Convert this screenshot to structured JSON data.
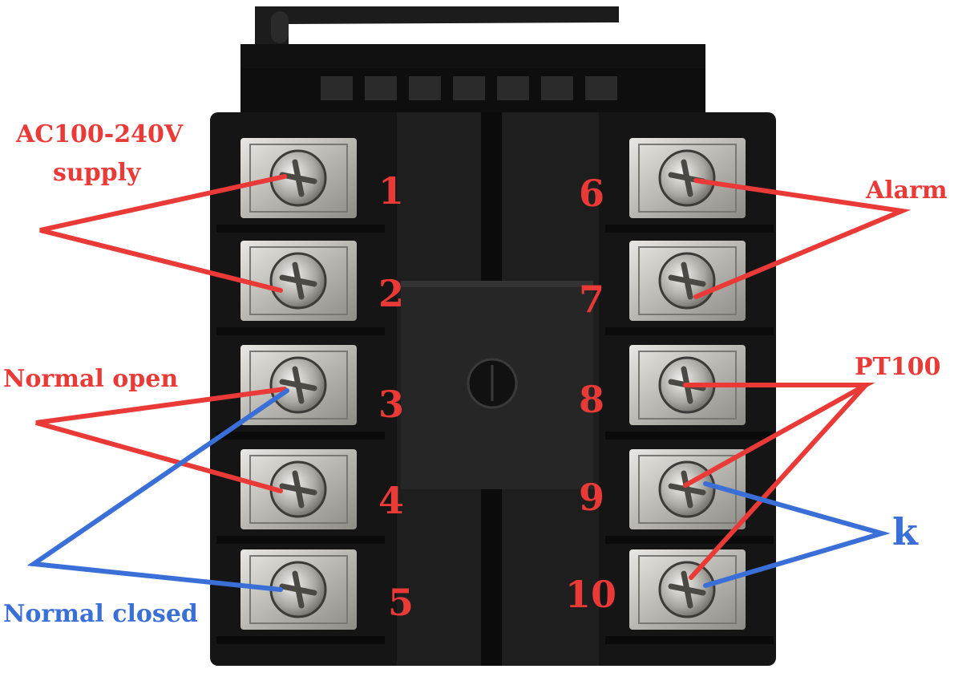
{
  "colors": {
    "red": "#ea3a37",
    "blue": "#3b6fd8",
    "housing": "#161616",
    "metal": "#c9c7c2"
  },
  "labels": {
    "supply": [
      "AC100-240V",
      "supply"
    ],
    "alarm": "Alarm",
    "normal_open": "Normal open",
    "pt100": "PT100",
    "k": "k",
    "normal_closed": "Normal closed"
  },
  "terminals": {
    "left": [
      "1",
      "2",
      "3",
      "4",
      "5"
    ],
    "right": [
      "6",
      "7",
      "8",
      "9",
      "10"
    ]
  }
}
